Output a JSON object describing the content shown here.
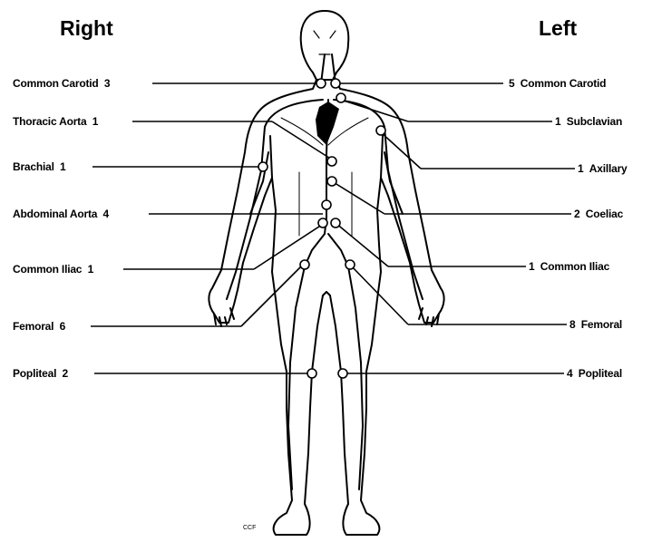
{
  "headers": {
    "right": "Right",
    "left": "Left"
  },
  "labels_right": [
    {
      "name": "Common Carotid",
      "count": "3"
    },
    {
      "name": "Thoracic Aorta",
      "count": "1"
    },
    {
      "name": "Brachial",
      "count": "1"
    },
    {
      "name": "Abdominal Aorta",
      "count": "4"
    },
    {
      "name": "Common Iliac",
      "count": "1"
    },
    {
      "name": "Femoral",
      "count": "6"
    },
    {
      "name": "Popliteal",
      "count": "2"
    }
  ],
  "labels_left": [
    {
      "name": "Common Carotid",
      "count": "5"
    },
    {
      "name": "Subclavian",
      "count": "1"
    },
    {
      "name": "Axillary",
      "count": "1"
    },
    {
      "name": "Coeliac",
      "count": "2"
    },
    {
      "name": "Common Iliac",
      "count": "1"
    },
    {
      "name": "Femoral",
      "count": "8"
    },
    {
      "name": "Popliteal",
      "count": "4"
    }
  ],
  "credit": "CCF"
}
